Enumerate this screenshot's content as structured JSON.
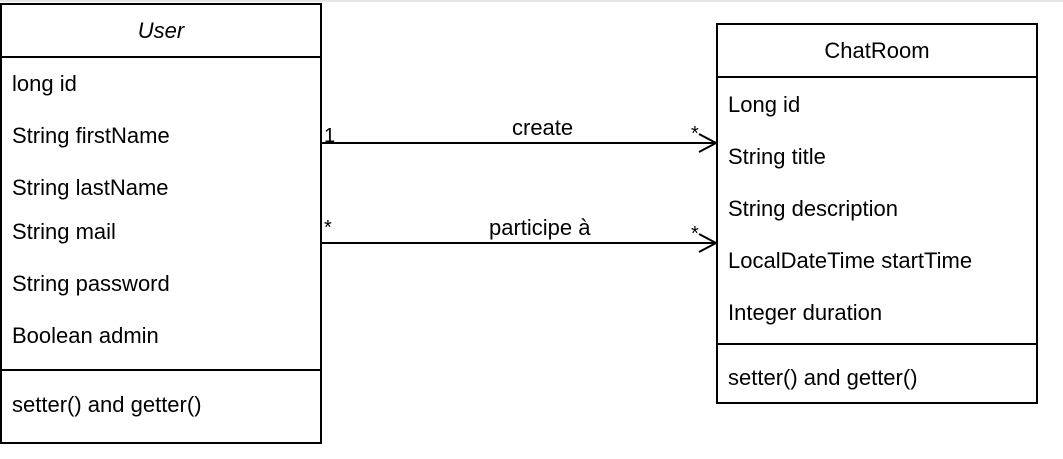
{
  "classes": {
    "user": {
      "name": "User",
      "attributes": [
        "long id",
        "String firstName",
        "String lastName",
        "String mail",
        "String password",
        "Boolean admin"
      ],
      "methods": [
        "setter() and getter()"
      ]
    },
    "chatroom": {
      "name": "ChatRoom",
      "attributes": [
        "Long id",
        "String title",
        "String description",
        "LocalDateTime startTime",
        "Integer duration"
      ],
      "methods": [
        "setter() and getter()"
      ]
    }
  },
  "associations": [
    {
      "label": "create",
      "source_multiplicity": "1",
      "target_multiplicity": "*"
    },
    {
      "label": "participe à",
      "source_multiplicity": "*",
      "target_multiplicity": "*"
    }
  ]
}
